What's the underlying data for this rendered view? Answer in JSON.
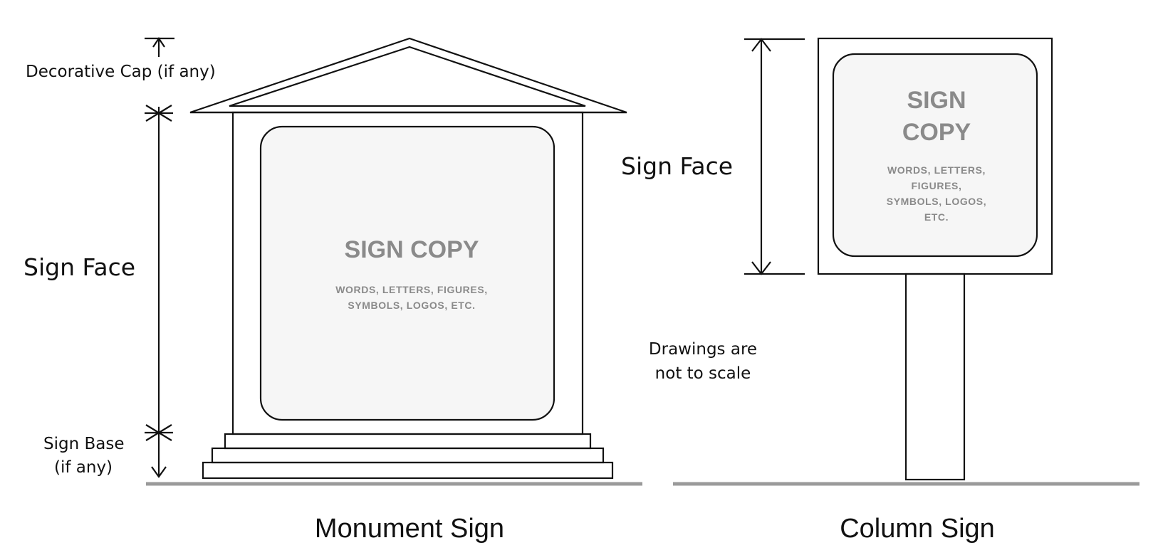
{
  "monument": {
    "label_cap": "Decorative Cap (if any)",
    "label_face": "Sign Face",
    "label_base_line1": "Sign Base",
    "label_base_line2": "(if any)",
    "copy_title": "SIGN COPY",
    "copy_line1": "WORDS, LETTERS, FIGURES,",
    "copy_line2": "SYMBOLS, LOGOS, ETC.",
    "caption": "Monument Sign"
  },
  "column": {
    "label_face": "Sign Face",
    "copy_title_line1": "SIGN",
    "copy_title_line2": "COPY",
    "copy_line1": "WORDS, LETTERS,",
    "copy_line2": "FIGURES,",
    "copy_line3": "SYMBOLS, LOGOS,",
    "copy_line4": "ETC.",
    "caption": "Column Sign"
  },
  "note_line1": "Drawings are",
  "note_line2": "not to scale"
}
